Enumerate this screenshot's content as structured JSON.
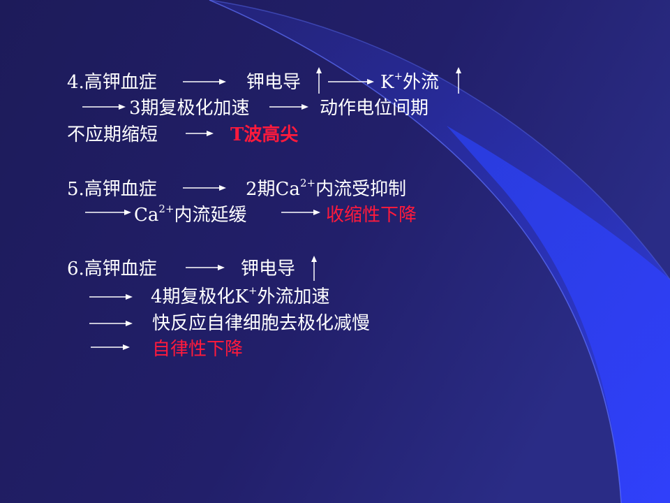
{
  "colors": {
    "background": "#1e1c5e",
    "text": "#ffffff",
    "highlight": "#ff1a3c",
    "accent_blue": "#2f3cff"
  },
  "icons": {
    "right_arrow": "right-arrow-icon",
    "up_arrow": "up-arrow-icon"
  },
  "block4": {
    "line1_a": "4.高钾血症",
    "line1_b": "钾电导",
    "line1_c_base": "K",
    "line1_c_sup": "+",
    "line1_c_rest": "外流",
    "line2_a": "3期复极化加速",
    "line2_b": "动作电位间期",
    "line3_a": "不应期缩短",
    "line3_b": "T波高尖"
  },
  "block5": {
    "line1_a": "5.高钾血症",
    "line1_b_pre": "2期Ca",
    "line1_b_sup": "2+",
    "line1_b_post": "内流受抑制",
    "line2_a_pre": "Ca",
    "line2_a_sup": "2+",
    "line2_a_post": "内流延缓",
    "line2_b": "收缩性下降"
  },
  "block6": {
    "line1_a": "6.高钾血症",
    "line1_b": "钾电导",
    "line2_pre": "4期复极化K",
    "line2_sup": "+",
    "line2_post": "外流加速",
    "line3": "快反应自律细胞去极化减慢",
    "line4": "自律性下降"
  }
}
